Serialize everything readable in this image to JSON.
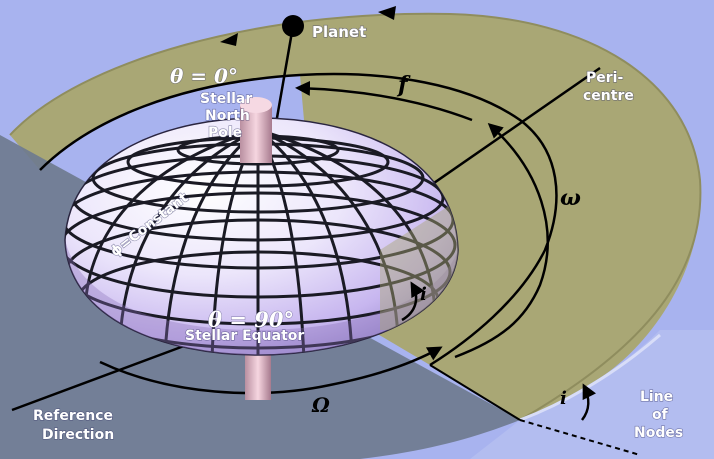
{
  "labels": {
    "planet": "Planet",
    "theta0": "θ = 0°",
    "stellar_north_pole_1": "Stellar",
    "stellar_north_pole_2": "North",
    "stellar_north_pole_3": "Pole",
    "pericentre_1": "Peri-",
    "pericentre_2": "centre",
    "phi_constant": "ϕ=Constant",
    "theta90": "θ = 90°",
    "stellar_equator": "Stellar Equator",
    "reference_direction_1": "Reference",
    "reference_direction_2": "Direction",
    "line_of_nodes_1": "Line",
    "line_of_nodes_2": "of",
    "line_of_nodes_3": "Nodes",
    "f": "f",
    "omega": "ω",
    "Omega": "Ω",
    "i_star": "i",
    "i_orbit": "i"
  },
  "colors": {
    "background_plane": "#a8b3ef",
    "orbital_plane": "#a9a775",
    "reference_quadrant": "#6f7b8f",
    "star_top": "#f4f2ff",
    "star_side": "#c9b9ef"
  }
}
